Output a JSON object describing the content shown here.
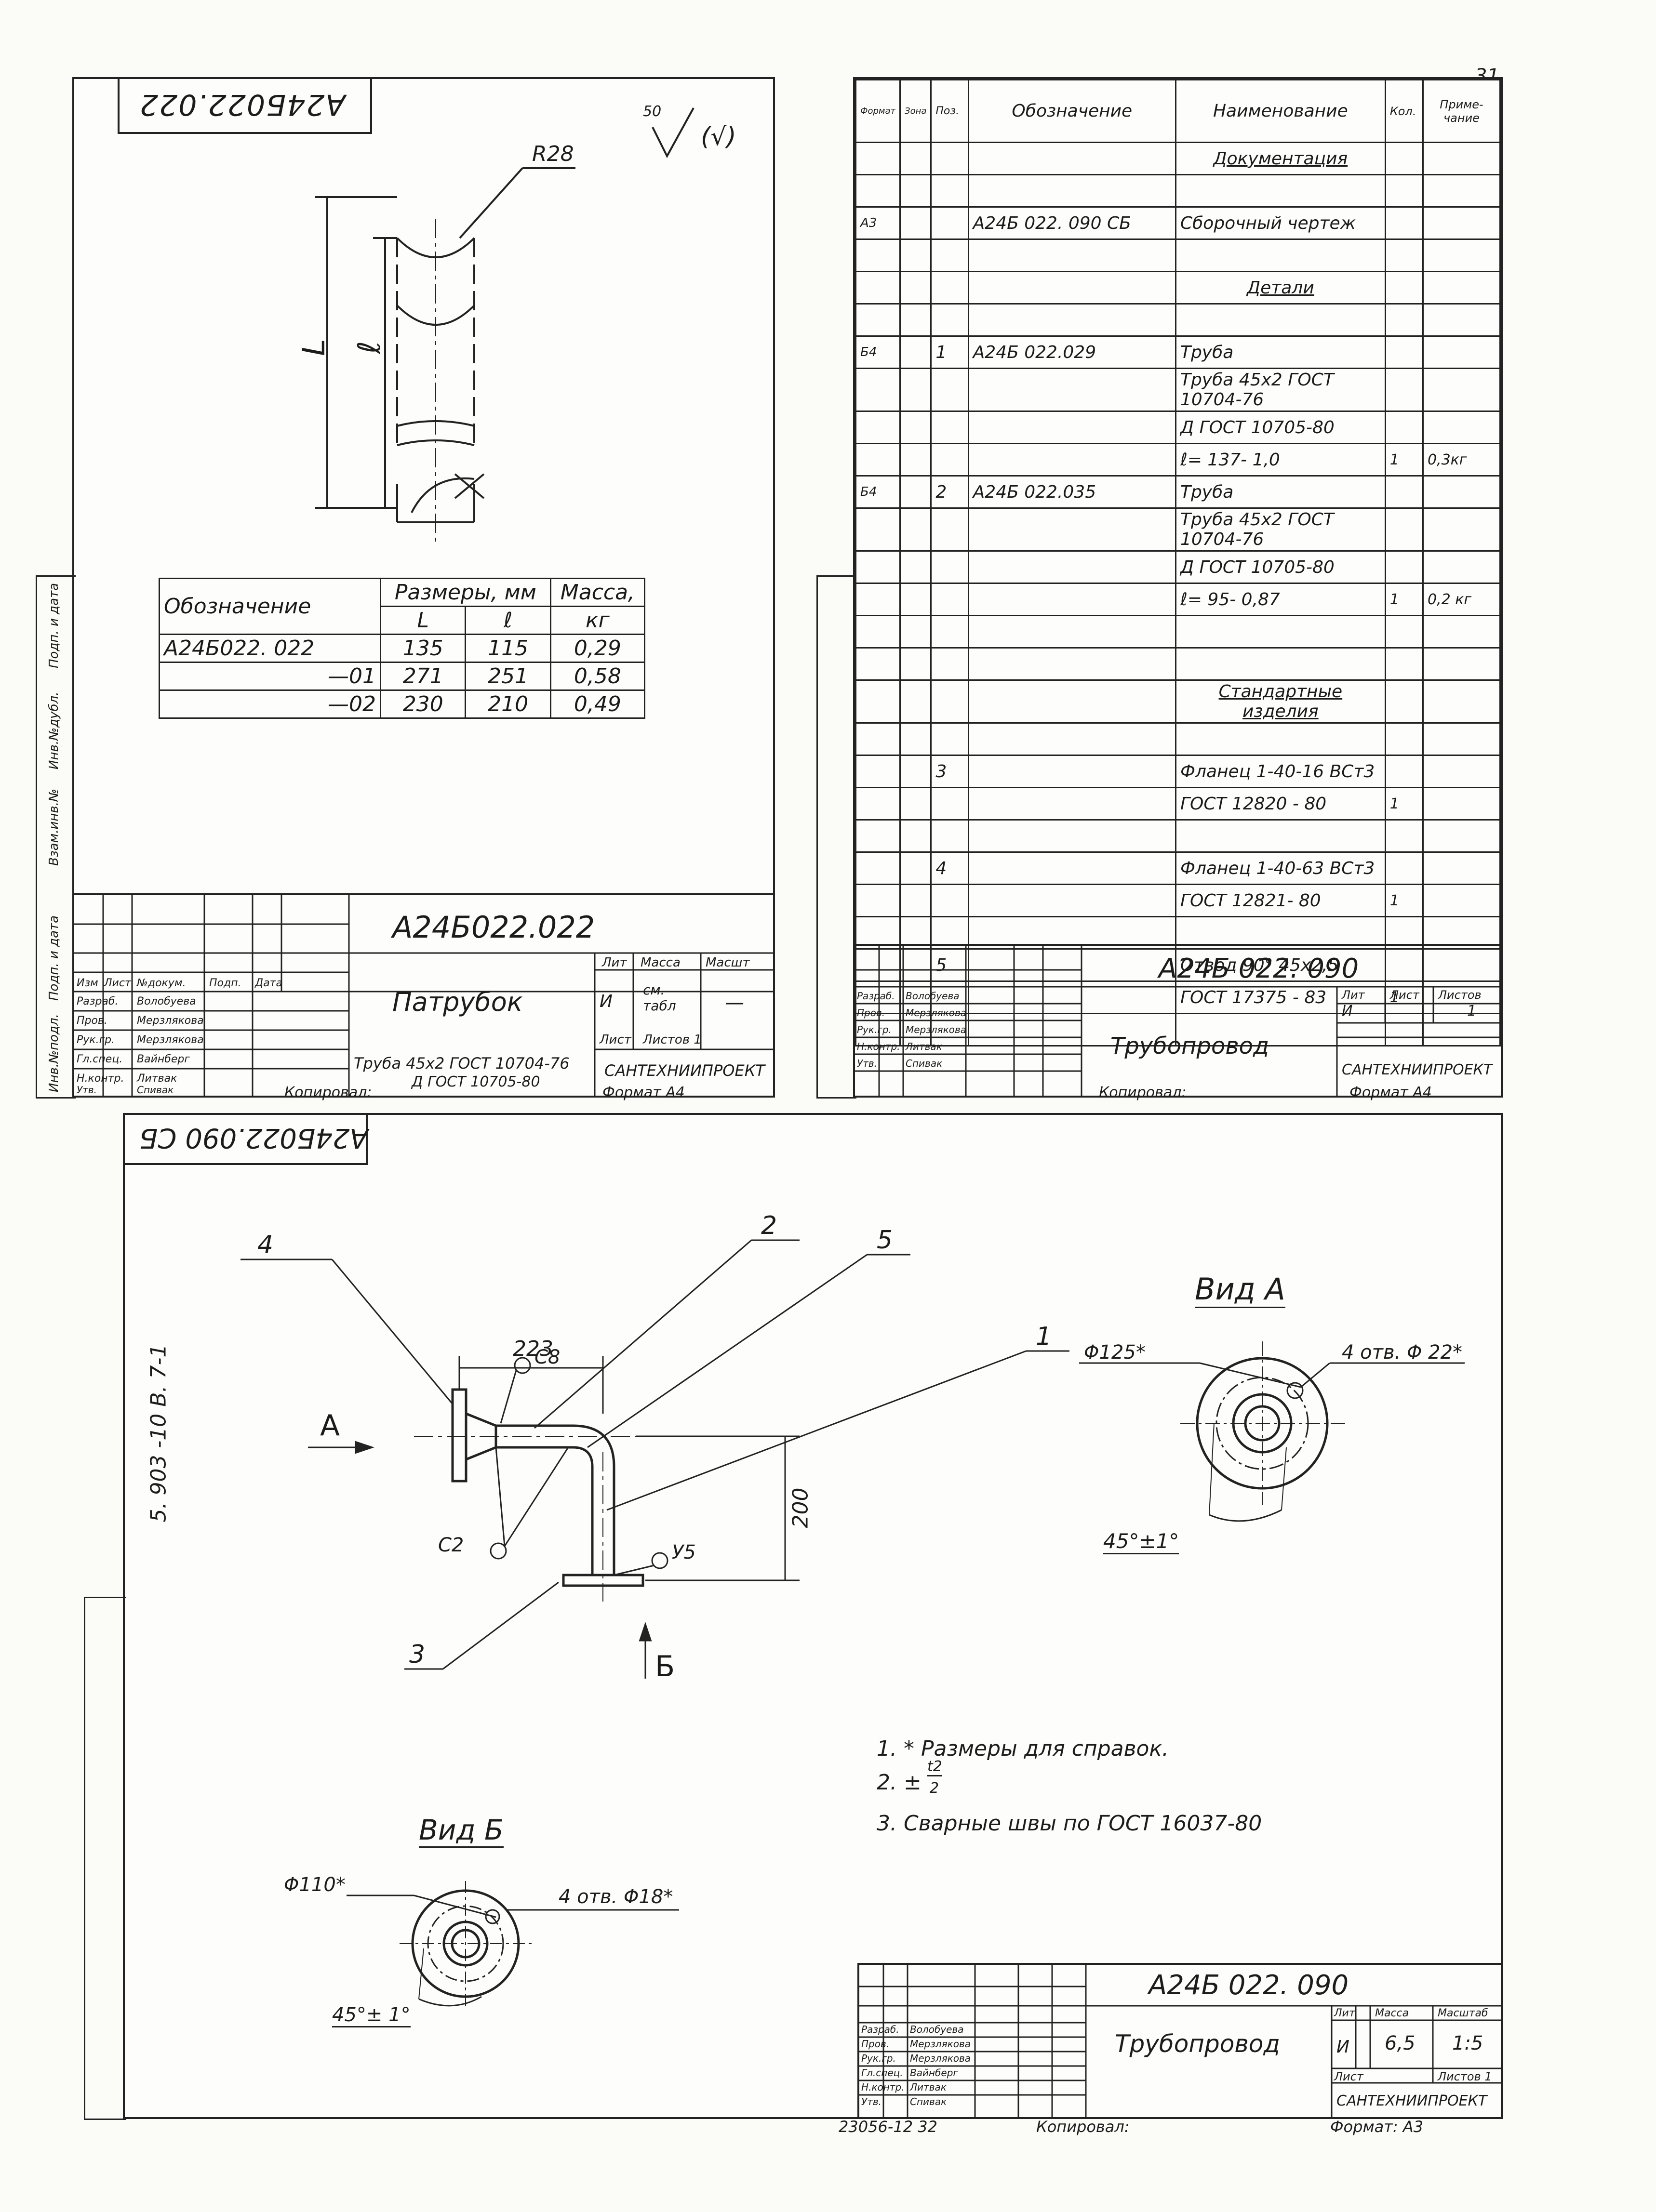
{
  "page_number": "31",
  "left_top": {
    "rot_code": "A24Б022.022",
    "roughness_value": "50",
    "roughness_suffix": "(√)",
    "radius_label": "R28",
    "dim_L": "L",
    "dim_l": "ℓ",
    "table": {
      "h_designation": "Обозначение",
      "h_sizes": "Размеры, мм",
      "h_mass": "Масса,",
      "h_mass_unit": "кг",
      "h_L": "L",
      "h_l": "ℓ",
      "rows": [
        {
          "des": "А24Б022. 022",
          "L": "135",
          "l": "115",
          "m": "0,29"
        },
        {
          "des": "—01",
          "L": "271",
          "l": "251",
          "m": "0,58"
        },
        {
          "des": "—02",
          "L": "230",
          "l": "210",
          "m": "0,49"
        }
      ]
    },
    "title": {
      "code": "А24Б022.022",
      "name": "Патрубок",
      "lit_h": "Лит",
      "mass_h": "Масса",
      "scale_h": "Масшт",
      "lit": "И",
      "mass": "см. табл",
      "scale": "—",
      "sheet_h": "Лист",
      "sheets_h": "Листов 1",
      "material_1": "Труба 45x2 ГОСТ 10704-76",
      "material_2": "Д ГОСТ 10705-80",
      "org": "САНТЕХНИИПРОЕКТ",
      "copied": "Копировал:",
      "format": "Формат А4",
      "people_head": [
        "Изм",
        "Лист",
        "№докум.",
        "Подп.",
        "Дата"
      ],
      "people": [
        [
          "Разраб.",
          "Волобуева"
        ],
        [
          "Пров.",
          "Мерзлякова"
        ],
        [
          "Рук.гр.",
          "Мерзлякова"
        ],
        [
          "Гл.спец.",
          "Вайнберг"
        ],
        [
          "Н.контр.",
          "Литвак"
        ],
        [
          "Утв.",
          "Спивак"
        ]
      ]
    },
    "side_labels": [
      "Инв.№подл.",
      "Подп. и дата",
      "Взам.инв.№",
      "Инв.№дубл.",
      "Подп. и дата"
    ]
  },
  "right_top": {
    "headers": [
      "Формат",
      "Зона",
      "Поз.",
      "Обозначение",
      "Наименование",
      "Кол.",
      "Приме-чание"
    ],
    "rows": [
      {
        "fmt": "",
        "zone": "",
        "pos": "",
        "des": "",
        "name": "Документация",
        "qty": "",
        "note": "",
        "u": true
      },
      {
        "fmt": "",
        "zone": "",
        "pos": "",
        "des": "",
        "name": "",
        "qty": "",
        "note": ""
      },
      {
        "fmt": "А3",
        "zone": "",
        "pos": "",
        "des": "А24Б 022. 090 СБ",
        "name": "Сборочный чертеж",
        "qty": "",
        "note": ""
      },
      {
        "fmt": "",
        "zone": "",
        "pos": "",
        "des": "",
        "name": "",
        "qty": "",
        "note": ""
      },
      {
        "fmt": "",
        "zone": "",
        "pos": "",
        "des": "",
        "name": "Детали",
        "qty": "",
        "note": "",
        "u": true
      },
      {
        "fmt": "",
        "zone": "",
        "pos": "",
        "des": "",
        "name": "",
        "qty": "",
        "note": ""
      },
      {
        "fmt": "Б4",
        "zone": "",
        "pos": "1",
        "des": "А24Б 022.029",
        "name": "Труба",
        "qty": "",
        "note": ""
      },
      {
        "fmt": "",
        "zone": "",
        "pos": "",
        "des": "",
        "name": "Труба 45x2 ГОСТ 10704-76",
        "qty": "",
        "note": ""
      },
      {
        "fmt": "",
        "zone": "",
        "pos": "",
        "des": "",
        "name": "Д ГОСТ 10705-80",
        "qty": "",
        "note": ""
      },
      {
        "fmt": "",
        "zone": "",
        "pos": "",
        "des": "",
        "name": "ℓ= 137- 1,0",
        "qty": "1",
        "note": "0,3кг"
      },
      {
        "fmt": "Б4",
        "zone": "",
        "pos": "2",
        "des": "А24Б 022.035",
        "name": "Труба",
        "qty": "",
        "note": ""
      },
      {
        "fmt": "",
        "zone": "",
        "pos": "",
        "des": "",
        "name": "Труба 45x2 ГОСТ 10704-76",
        "qty": "",
        "note": ""
      },
      {
        "fmt": "",
        "zone": "",
        "pos": "",
        "des": "",
        "name": "Д ГОСТ 10705-80",
        "qty": "",
        "note": ""
      },
      {
        "fmt": "",
        "zone": "",
        "pos": "",
        "des": "",
        "name": "ℓ= 95- 0,87",
        "qty": "1",
        "note": "0,2 кг"
      },
      {
        "fmt": "",
        "zone": "",
        "pos": "",
        "des": "",
        "name": "",
        "qty": "",
        "note": ""
      },
      {
        "fmt": "",
        "zone": "",
        "pos": "",
        "des": "",
        "name": "",
        "qty": "",
        "note": ""
      },
      {
        "fmt": "",
        "zone": "",
        "pos": "",
        "des": "",
        "name": "Стандартные изделия",
        "qty": "",
        "note": "",
        "u": true
      },
      {
        "fmt": "",
        "zone": "",
        "pos": "",
        "des": "",
        "name": "",
        "qty": "",
        "note": ""
      },
      {
        "fmt": "",
        "zone": "",
        "pos": "3",
        "des": "",
        "name": "Фланец 1-40-16 ВСт3",
        "qty": "",
        "note": ""
      },
      {
        "fmt": "",
        "zone": "",
        "pos": "",
        "des": "",
        "name": "ГОСТ 12820 - 80",
        "qty": "1",
        "note": ""
      },
      {
        "fmt": "",
        "zone": "",
        "pos": "",
        "des": "",
        "name": "",
        "qty": "",
        "note": ""
      },
      {
        "fmt": "",
        "zone": "",
        "pos": "4",
        "des": "",
        "name": "Фланец 1-40-63 ВСт3",
        "qty": "",
        "note": ""
      },
      {
        "fmt": "",
        "zone": "",
        "pos": "",
        "des": "",
        "name": "ГОСТ 12821- 80",
        "qty": "1",
        "note": ""
      },
      {
        "fmt": "",
        "zone": "",
        "pos": "",
        "des": "",
        "name": "",
        "qty": "",
        "note": ""
      },
      {
        "fmt": "",
        "zone": "",
        "pos": "5",
        "des": "",
        "name": "Отвод 90° 45x2,5",
        "qty": "",
        "note": ""
      },
      {
        "fmt": "",
        "zone": "",
        "pos": "",
        "des": "",
        "name": "ГОСТ 17375 - 83",
        "qty": "1",
        "note": ""
      },
      {
        "fmt": "",
        "zone": "",
        "pos": "",
        "des": "",
        "name": "",
        "qty": "",
        "note": ""
      }
    ],
    "title": {
      "code": "А24Б 022. 090",
      "name": "Трубопровод",
      "lit_h": "Лит",
      "sheet_h": "Лист",
      "sheets_h": "Листов",
      "lit": "И",
      "sheets": "1",
      "org": "САНТЕХНИИПРОЕКТ",
      "copied": "Копировал:",
      "format": "Формат А4"
    }
  },
  "bottom": {
    "rot_code": "А24Б022.090 СБ",
    "series": "5. 903 -10   В. 7-1",
    "dim_223": "223",
    "dim_200": "200",
    "pos": [
      "1",
      "2",
      "3",
      "4",
      "5"
    ],
    "weld_c8": "С8",
    "weld_c2": "С2",
    "weld_y5": "У5",
    "view_a_arrow": "А",
    "view_b_arrow": "Б",
    "view_a_title": "Вид А",
    "view_a_d": "Φ125*",
    "view_a_holes": "4 отв. Φ 22*",
    "view_a_angle": "45°±1°",
    "view_b_title": "Вид Б",
    "view_b_d": "Φ110*",
    "view_b_holes": "4 отв. Φ18*",
    "view_b_angle": "45°± 1°",
    "note1": "1. * Размеры для справок.",
    "note2": "2. ±",
    "note2_frac_top": "t2",
    "note2_frac_bot": "2",
    "note3": "3. Сварные  швы  по  ГОСТ 16037-80",
    "title": {
      "code": "А24Б 022. 090",
      "name": "Трубопровод",
      "lit_h": "Лит",
      "mass_h": "Масса",
      "scale_h": "Масштаб",
      "lit": "И",
      "mass": "6,5",
      "scale": "1:5",
      "sheet_h": "Лист",
      "sheets_h": "Листов 1",
      "org": "САНТЕХНИИПРОЕКТ",
      "stamp": "23056-12   32",
      "copied": "Копировал:",
      "format": "Формат: А3"
    }
  }
}
